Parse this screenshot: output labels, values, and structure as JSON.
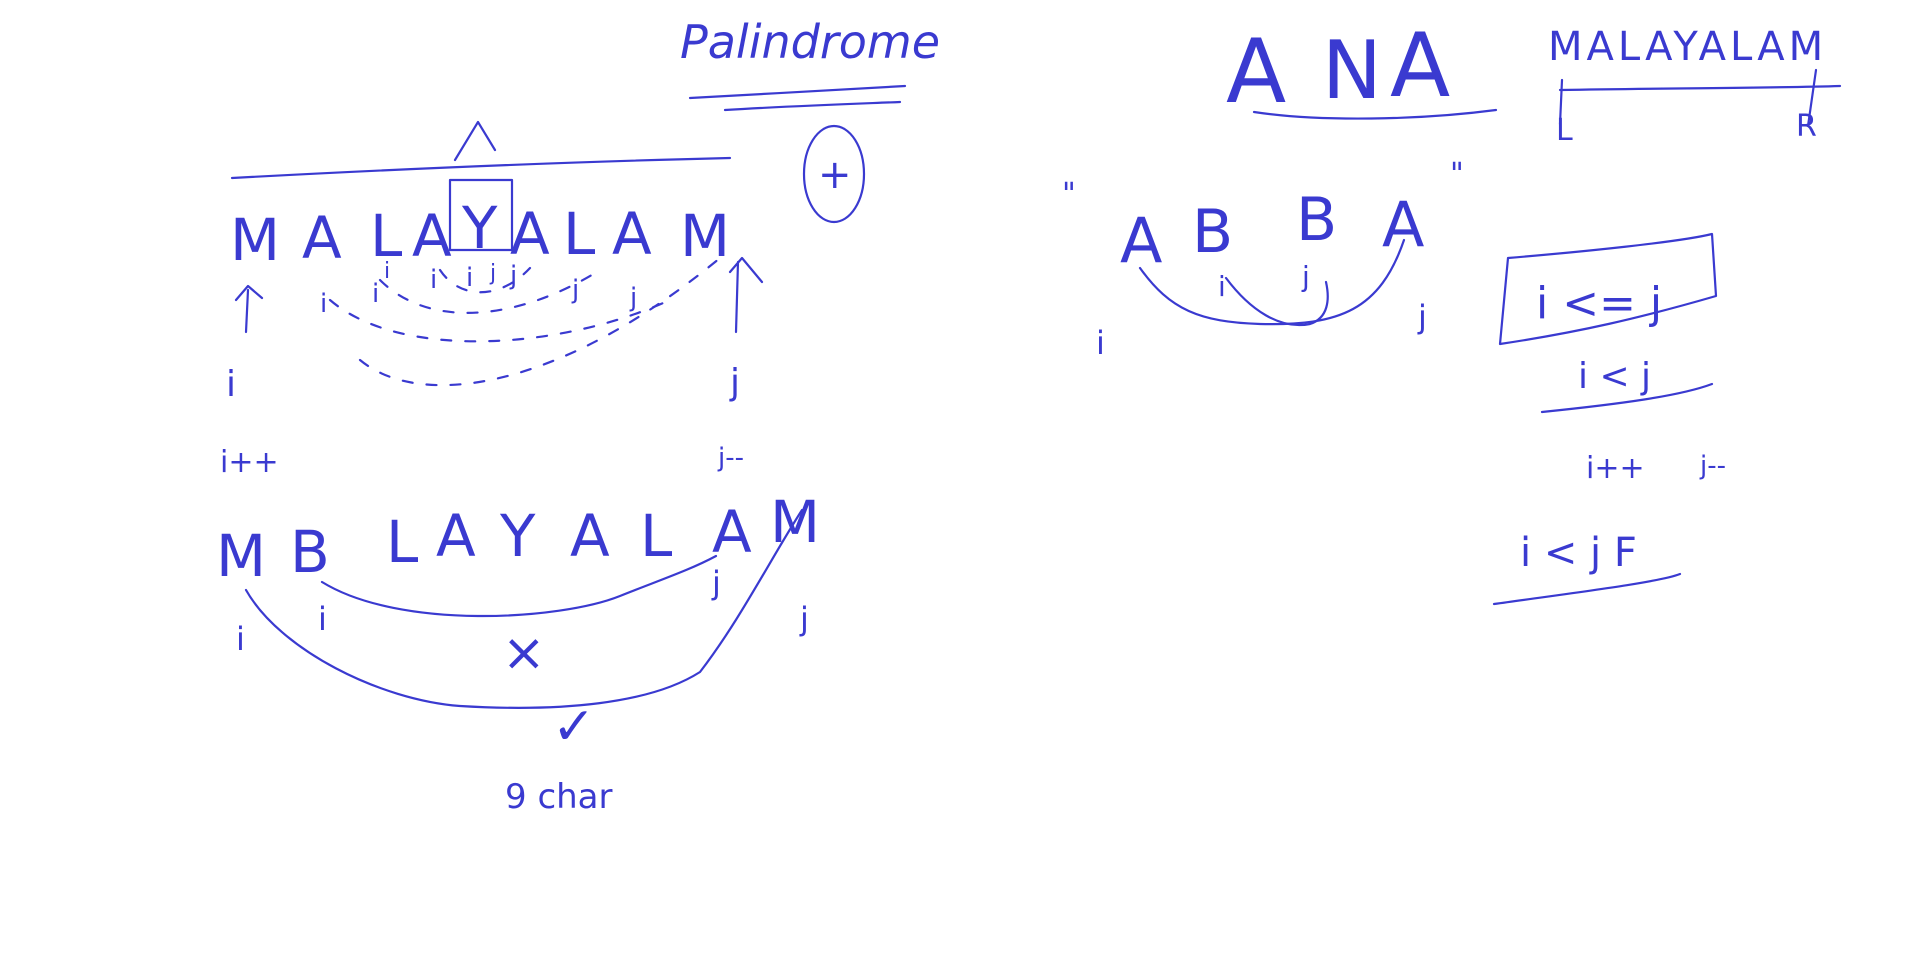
{
  "whiteboard": {
    "ink_color": "#3a3ad0",
    "background": "#ffffff",
    "heading": "Palindrome",
    "circled_symbol": "+",
    "example1": {
      "letters": [
        "M",
        "A",
        "L",
        "A",
        "Y",
        "A",
        "L",
        "A",
        "M"
      ],
      "boxed_letter": "Y",
      "pointers_top": [
        "i",
        "i",
        "i",
        "i",
        "i",
        "j",
        "j",
        "j",
        "j"
      ],
      "left_pointer": "i",
      "right_pointer": "j",
      "left_step": "i++",
      "right_step": "j--"
    },
    "example2": {
      "letters": [
        "M",
        "B",
        "L",
        "A",
        "Y",
        "A",
        "L",
        "A",
        "M"
      ],
      "pointers": [
        "i",
        "i",
        "j",
        "j"
      ],
      "mismatch_mark": "×",
      "match_mark": "✓",
      "note": "9 char"
    },
    "example_ana": {
      "letters": [
        "A",
        "N",
        "A"
      ]
    },
    "example_malayalam2": {
      "word": "MALAYALAM",
      "left_label": "L",
      "right_label": "R"
    },
    "example_abba": {
      "open_quote": "\"",
      "close_quote": "\"",
      "letters": [
        "A",
        "B",
        "B",
        "A"
      ],
      "pointers": [
        "i",
        "i",
        "j",
        "j"
      ]
    },
    "conditions": {
      "boxed": "i <= j",
      "loop": "i < j",
      "step_left": "i++",
      "step_right": "j--",
      "result": "i < j  F"
    }
  }
}
